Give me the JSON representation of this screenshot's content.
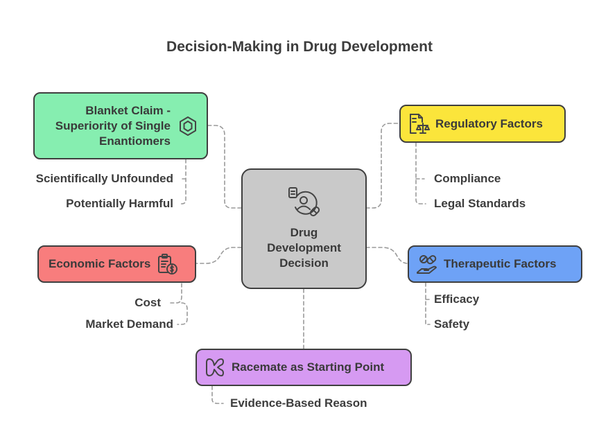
{
  "title": "Decision-Making in Drug Development",
  "center": {
    "label_lines": [
      "Drug",
      "Development",
      "Decision"
    ],
    "icon": "person-document-pill-icon",
    "color": "#c9c9c9"
  },
  "nodes": {
    "blanket": {
      "label_lines": [
        "Blanket Claim -",
        "Superiority of Single",
        "Enantiomers"
      ],
      "icon": "hexagon-molecule-icon",
      "color": "#86eeb0",
      "children": [
        "Scientifically Unfounded",
        "Potentially Harmful"
      ]
    },
    "regulatory": {
      "label": "Regulatory Factors",
      "icon": "document-scales-icon",
      "color": "#fbe53b",
      "children": [
        "Compliance",
        "Legal Standards"
      ]
    },
    "economic": {
      "label": "Economic Factors",
      "icon": "clipboard-dollar-icon",
      "color": "#f87d7d",
      "children": [
        "Cost",
        "Market Demand"
      ]
    },
    "therapeutic": {
      "label": "Therapeutic Factors",
      "icon": "hand-pills-icon",
      "color": "#6ea2f6",
      "children": [
        "Efficacy",
        "Safety"
      ]
    },
    "racemate": {
      "label": "Racemate as Starting Point",
      "icon": "racemate-icon",
      "color": "#d69af2",
      "children": [
        "Evidence-Based Reason"
      ]
    }
  }
}
